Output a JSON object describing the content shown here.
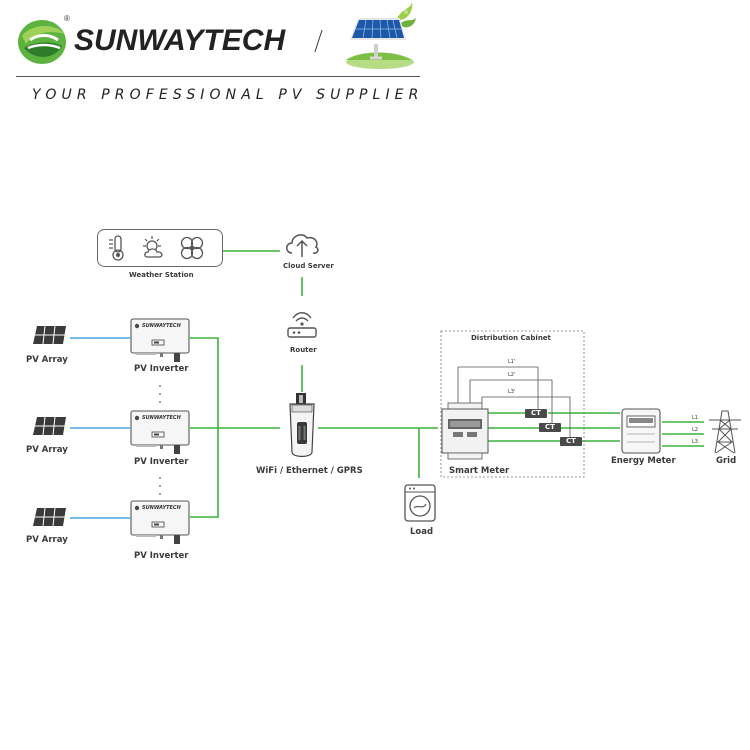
{
  "header": {
    "brand": "SUNWAYTECH",
    "registered": "®",
    "tagline": "YOUR PROFESSIONAL PV SUPPLIER"
  },
  "diagram": {
    "weather_station": "Weather Station",
    "cloud_server": "Cloud Server",
    "router": "Router",
    "gateway": "WiFi / Ethernet / GPRS",
    "pv_array": "PV Array",
    "pv_inverter": "PV Inverter",
    "inverter_brand": "SUNWAYTECH",
    "distribution_cabinet": "Distribution Cabinet",
    "smart_meter": "Smart Meter",
    "ct": "CT",
    "line_primes": [
      "L1'",
      "L2'",
      "L3'"
    ],
    "lines": [
      "L1",
      "L2",
      "L3"
    ],
    "energy_meter": "Energy Meter",
    "grid": "Grid",
    "load": "Load"
  },
  "colors": {
    "green": "#3cb43c",
    "blue": "#4aa3df",
    "dark": "#555555"
  }
}
